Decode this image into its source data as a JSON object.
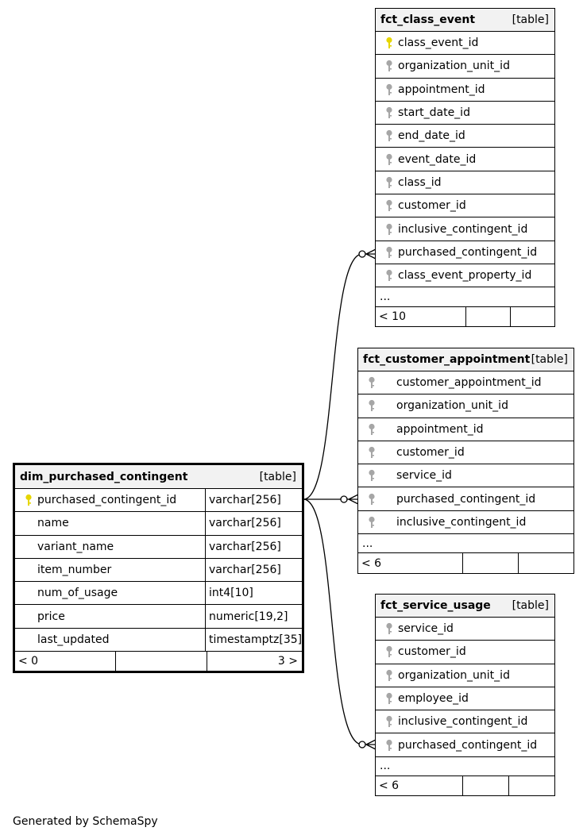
{
  "tables": {
    "fct_class_event": {
      "name": "fct_class_event",
      "tag": "[table]",
      "columns": [
        {
          "name": "class_event_id",
          "key": "primary"
        },
        {
          "name": "organization_unit_id",
          "key": "foreign"
        },
        {
          "name": "appointment_id",
          "key": "foreign"
        },
        {
          "name": "start_date_id",
          "key": "foreign"
        },
        {
          "name": "end_date_id",
          "key": "foreign"
        },
        {
          "name": "event_date_id",
          "key": "foreign"
        },
        {
          "name": "class_id",
          "key": "foreign"
        },
        {
          "name": "customer_id",
          "key": "foreign"
        },
        {
          "name": "inclusive_contingent_id",
          "key": "foreign"
        },
        {
          "name": "purchased_contingent_id",
          "key": "foreign"
        },
        {
          "name": "class_event_property_id",
          "key": "foreign"
        }
      ],
      "ellipsis": "...",
      "footer": [
        "< 10",
        "",
        ""
      ]
    },
    "fct_customer_appointment": {
      "name": "fct_customer_appointment",
      "tag": "[table]",
      "columns": [
        {
          "name": "customer_appointment_id",
          "key": "foreign"
        },
        {
          "name": "organization_unit_id",
          "key": "foreign"
        },
        {
          "name": "appointment_id",
          "key": "foreign"
        },
        {
          "name": "customer_id",
          "key": "foreign"
        },
        {
          "name": "service_id",
          "key": "foreign"
        },
        {
          "name": "purchased_contingent_id",
          "key": "foreign"
        },
        {
          "name": "inclusive_contingent_id",
          "key": "foreign"
        }
      ],
      "ellipsis": "...",
      "footer": [
        "< 6",
        "",
        ""
      ]
    },
    "dim_purchased_contingent": {
      "name": "dim_purchased_contingent",
      "tag": "[table]",
      "columns": [
        {
          "name": "purchased_contingent_id",
          "type": "varchar[256]",
          "key": "primary"
        },
        {
          "name": "name",
          "type": "varchar[256]",
          "key": "none"
        },
        {
          "name": "variant_name",
          "type": "varchar[256]",
          "key": "none"
        },
        {
          "name": "item_number",
          "type": "varchar[256]",
          "key": "none"
        },
        {
          "name": "num_of_usage",
          "type": "int4[10]",
          "key": "none"
        },
        {
          "name": "price",
          "type": "numeric[19,2]",
          "key": "none"
        },
        {
          "name": "last_updated",
          "type": "timestamptz[35]",
          "key": "none"
        }
      ],
      "footer": [
        "< 0",
        "",
        "3 >"
      ]
    },
    "fct_service_usage": {
      "name": "fct_service_usage",
      "tag": "[table]",
      "columns": [
        {
          "name": "service_id",
          "key": "foreign"
        },
        {
          "name": "customer_id",
          "key": "foreign"
        },
        {
          "name": "organization_unit_id",
          "key": "foreign"
        },
        {
          "name": "employee_id",
          "key": "foreign"
        },
        {
          "name": "inclusive_contingent_id",
          "key": "foreign"
        },
        {
          "name": "purchased_contingent_id",
          "key": "foreign"
        }
      ],
      "ellipsis": "...",
      "footer": [
        "< 6",
        "",
        ""
      ]
    }
  },
  "relationships": [
    {
      "from": "dim_purchased_contingent.purchased_contingent_id",
      "to": "fct_class_event.purchased_contingent_id"
    },
    {
      "from": "dim_purchased_contingent.purchased_contingent_id",
      "to": "fct_customer_appointment.purchased_contingent_id"
    },
    {
      "from": "dim_purchased_contingent.purchased_contingent_id",
      "to": "fct_service_usage.purchased_contingent_id"
    }
  ],
  "colors": {
    "primary_key": "#e6d600",
    "foreign_key": "#a6a6a6",
    "header_bg": "#f2f2f2"
  },
  "caption": "Generated by SchemaSpy"
}
